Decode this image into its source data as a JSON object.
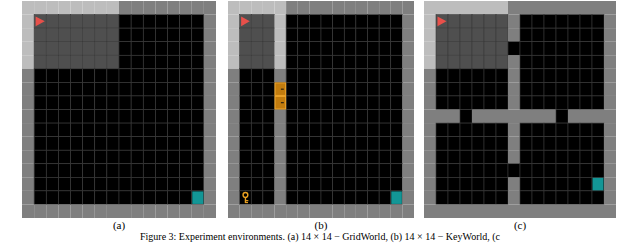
{
  "diagram": {
    "caption": "Figure 3: Experiment environments. (a) 14 × 14 − GridWorld, (b) 14 × 14 − KeyWorld, (c",
    "labels": [
      "(a)",
      "(b)",
      "(c)"
    ]
  }
}
